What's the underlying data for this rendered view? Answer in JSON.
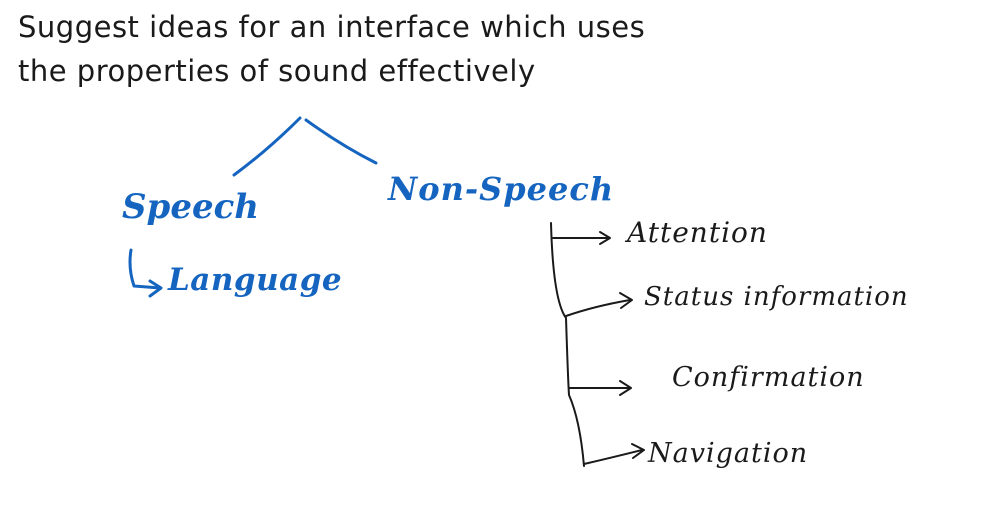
{
  "title": {
    "line1": "Suggest ideas for an interface which uses",
    "line2": "the properties of sound effectively"
  },
  "tree": {
    "speech": {
      "label": "Speech",
      "child": "Language",
      "color": "#1565c0"
    },
    "non_speech": {
      "label": "Non-Speech",
      "color": "#1565c0",
      "children": [
        "Attention",
        "Status information",
        "Confirmation",
        "Navigation"
      ]
    }
  },
  "colors": {
    "ink_black": "#1a1a1a",
    "ink_blue": "#1565c0"
  }
}
